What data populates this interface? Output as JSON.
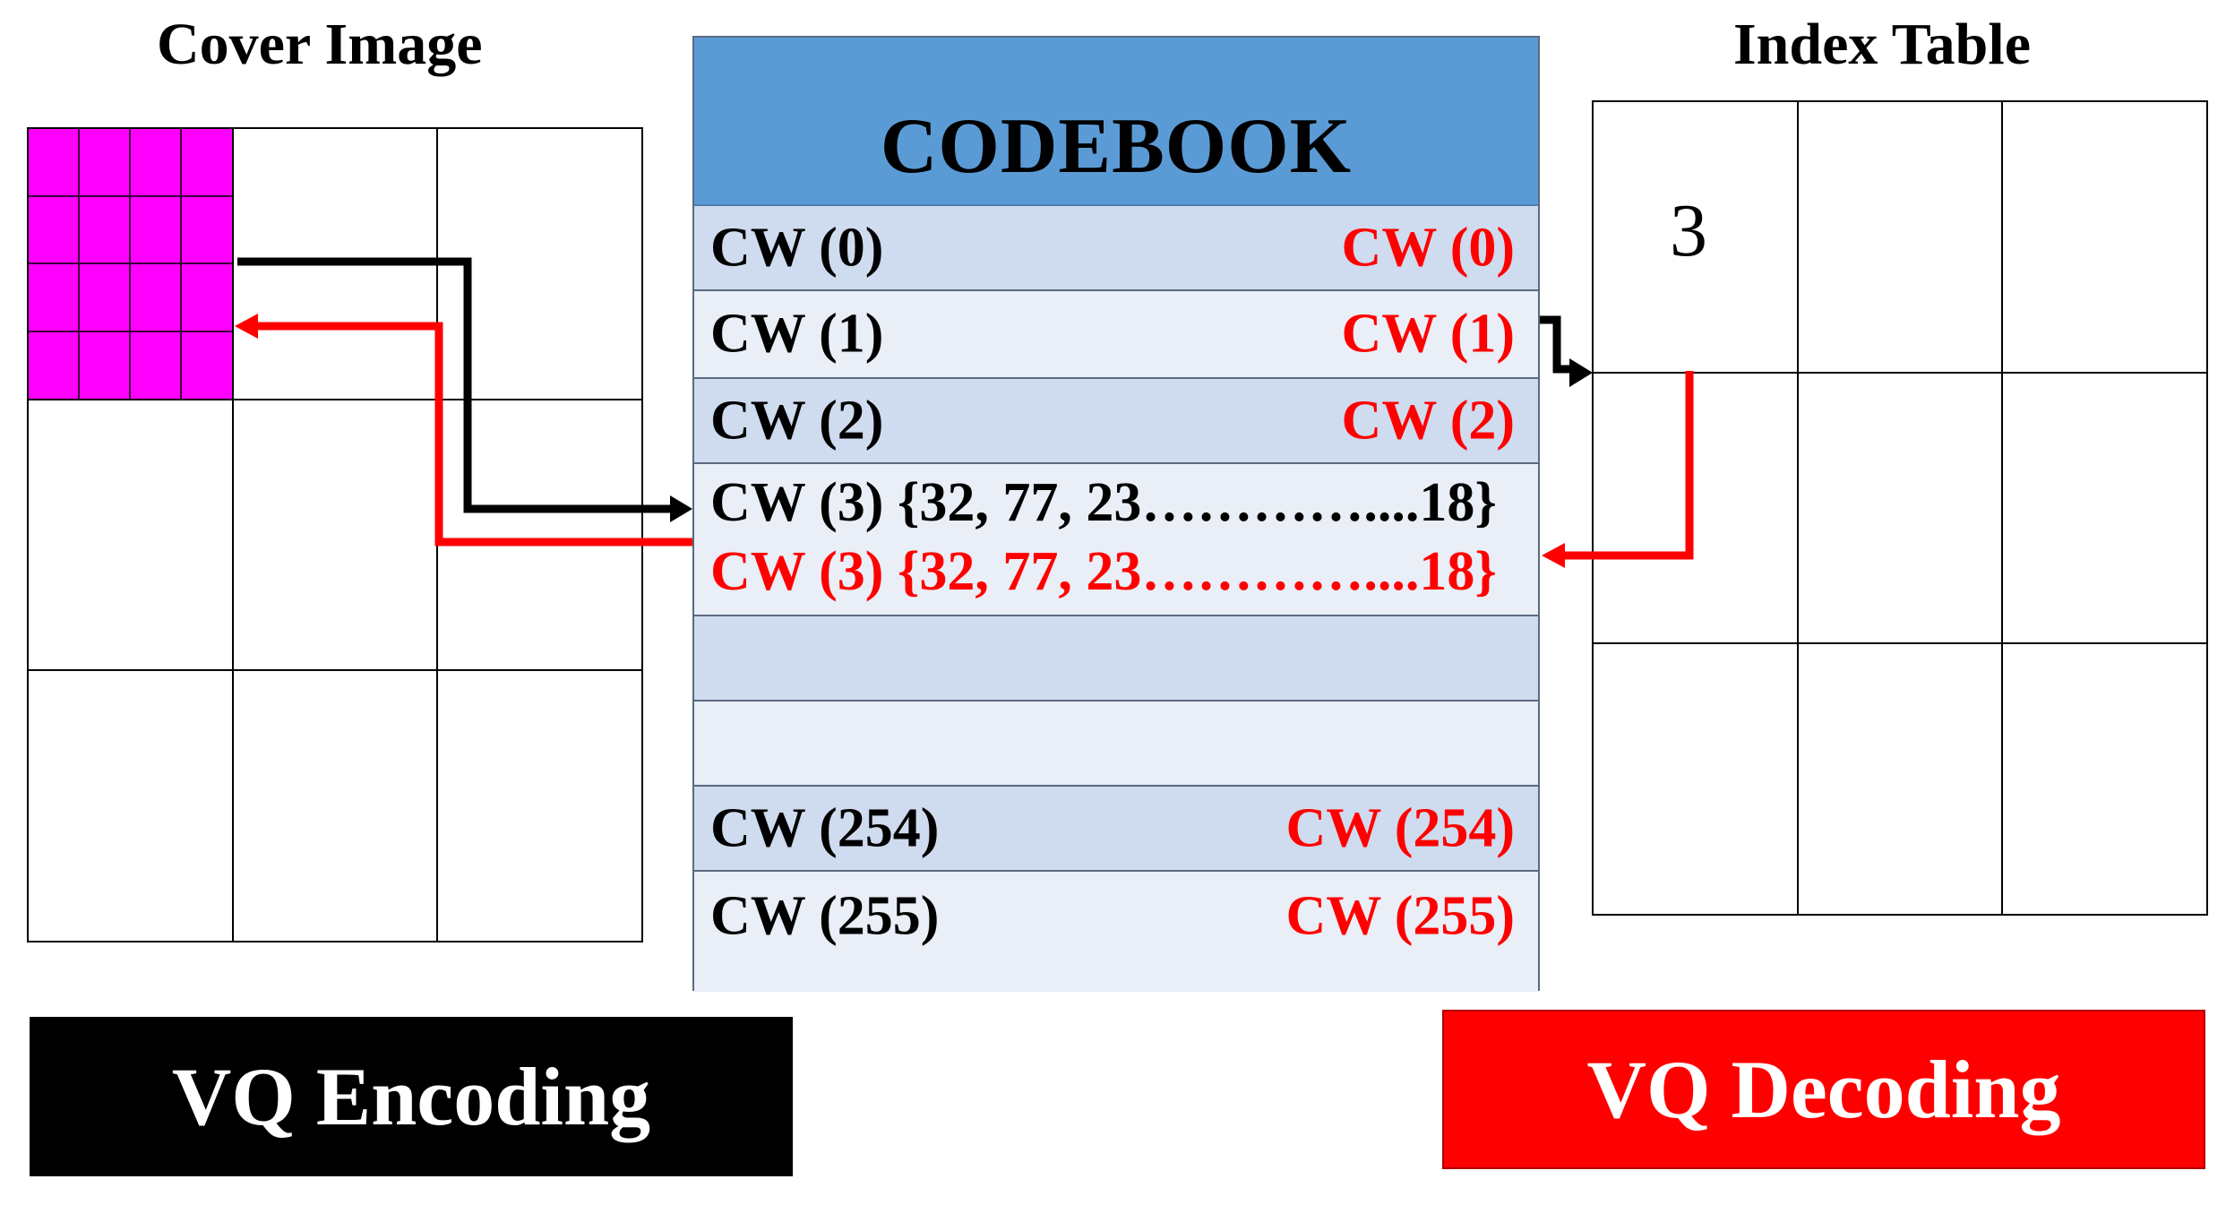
{
  "cover_image": {
    "title": "Cover Image"
  },
  "index_table": {
    "title": "Index Table",
    "value": "3"
  },
  "codebook": {
    "title": "CODEBOOK",
    "rows": [
      {
        "left": "CW (0)",
        "right": "CW (0)"
      },
      {
        "left": "CW (1)",
        "right": "CW (1)"
      },
      {
        "left": "CW (2)",
        "right": "CW (2)"
      },
      {
        "encoded": "CW (3) {32, 77, 23…………....18}",
        "decoded": "CW (3) {32, 77, 23…………....18}"
      },
      {
        "left": "",
        "right": ""
      },
      {
        "left": "",
        "right": ""
      },
      {
        "left": "CW (254)",
        "right": "CW (254)"
      },
      {
        "left": "CW (255)",
        "right": "CW (255)"
      }
    ]
  },
  "labels": {
    "encoding": "VQ Encoding",
    "decoding": "VQ Decoding"
  },
  "colors": {
    "encoding": "#000000",
    "decoding": "#ff0000",
    "codebook_header": "#5b9bd5",
    "pixel_block": "#ff00ff"
  }
}
